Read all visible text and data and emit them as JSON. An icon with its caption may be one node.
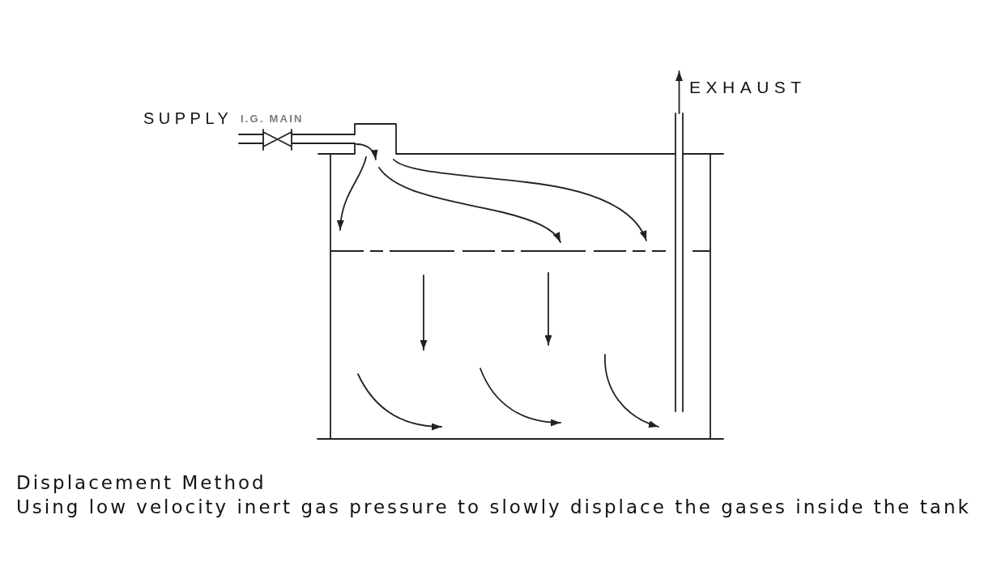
{
  "diagram": {
    "title": "Displacement Method",
    "caption": "Using low velocity inert gas pressure to slowly displace the gases inside the tank",
    "labels": [
      "SUPPLY",
      "I.G. MAIN",
      "EXHAUST"
    ]
  }
}
